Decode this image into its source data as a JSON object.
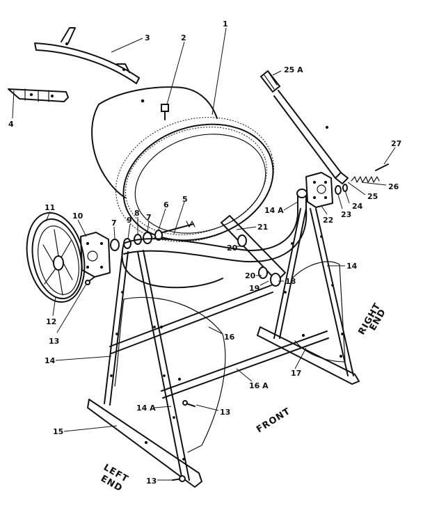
{
  "diagram": {
    "callouts": [
      {
        "id": "c1",
        "text": "1"
      },
      {
        "id": "c2",
        "text": "2"
      },
      {
        "id": "c3",
        "text": "3"
      },
      {
        "id": "c4",
        "text": "4"
      },
      {
        "id": "c5",
        "text": "5"
      },
      {
        "id": "c6",
        "text": "6"
      },
      {
        "id": "c7a",
        "text": "7"
      },
      {
        "id": "c7b",
        "text": "7"
      },
      {
        "id": "c8",
        "text": "8"
      },
      {
        "id": "c9",
        "text": "9"
      },
      {
        "id": "c10",
        "text": "10"
      },
      {
        "id": "c11",
        "text": "11"
      },
      {
        "id": "c12",
        "text": "12"
      },
      {
        "id": "c13a",
        "text": "13"
      },
      {
        "id": "c13b",
        "text": "13"
      },
      {
        "id": "c13c",
        "text": "13"
      },
      {
        "id": "c14a",
        "text": "14"
      },
      {
        "id": "c14b",
        "text": "14"
      },
      {
        "id": "c14Aa",
        "text": "14 A"
      },
      {
        "id": "c14Ab",
        "text": "14 A"
      },
      {
        "id": "c15",
        "text": "15"
      },
      {
        "id": "c16",
        "text": "16"
      },
      {
        "id": "c16A",
        "text": "16 A"
      },
      {
        "id": "c17",
        "text": "17"
      },
      {
        "id": "c18",
        "text": "18"
      },
      {
        "id": "c19",
        "text": "19"
      },
      {
        "id": "c20a",
        "text": "20"
      },
      {
        "id": "c20b",
        "text": "20"
      },
      {
        "id": "c21",
        "text": "21"
      },
      {
        "id": "c22",
        "text": "22"
      },
      {
        "id": "c23",
        "text": "23"
      },
      {
        "id": "c24",
        "text": "24"
      },
      {
        "id": "c25",
        "text": "25"
      },
      {
        "id": "c25A",
        "text": "25 A"
      },
      {
        "id": "c26",
        "text": "26"
      },
      {
        "id": "c27",
        "text": "27"
      }
    ],
    "labels": {
      "front": "FRONT",
      "left_end": [
        "LEFT",
        "END"
      ],
      "right_end": [
        "RIGHT",
        "END"
      ]
    }
  }
}
